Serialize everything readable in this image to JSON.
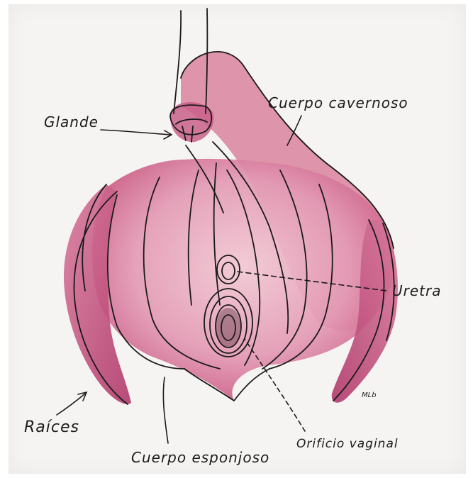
{
  "labels": {
    "glande": "Glande",
    "cuerpo_cavernoso": "Cuerpo cavernoso",
    "uretra": "Uretra",
    "raices": "Raíces",
    "cuerpo_esponjoso": "Cuerpo esponjoso",
    "orificio_vaginal": "Orificio vaginal"
  },
  "signature": "MLb",
  "colors": {
    "paper": "#f6f4f2",
    "tissue_light": "#e7a9bd",
    "tissue_mid": "#d27a98",
    "tissue_dark": "#b64a73",
    "ink": "#1a1a1a"
  }
}
